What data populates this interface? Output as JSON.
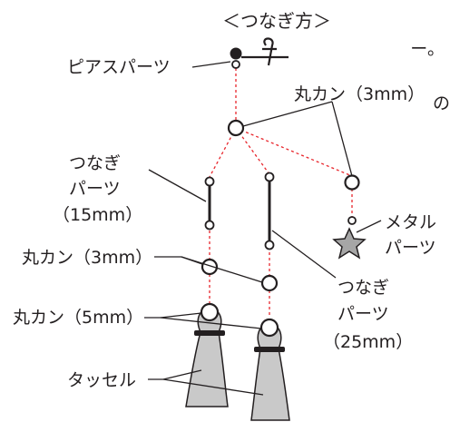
{
  "title": "＜つなぎ方＞",
  "margin_fragments": {
    "top": "ー。",
    "bottom": "の"
  },
  "labels": {
    "pierce_part": "ピアスパーツ",
    "jump_ring_3mm_top": "丸カン（3mm）",
    "connector_15_line1": "つなぎ",
    "connector_15_line2": "パーツ",
    "connector_15_line3": "（15mm）",
    "metal_part_line1": "メタル",
    "metal_part_line2": "パーツ",
    "jump_ring_3mm_mid": "丸カン（3mm）",
    "connector_25_line1": "つなぎ",
    "connector_25_line2": "パーツ",
    "connector_25_line3": "（25mm）",
    "jump_ring_5mm": "丸カン（5mm）",
    "tassel": "タッセル"
  },
  "colors": {
    "chain_line": "#e8262c",
    "ink": "#231f20",
    "tassel_fill": "#c9c9c9",
    "star_fill": "#a6a6a6"
  }
}
